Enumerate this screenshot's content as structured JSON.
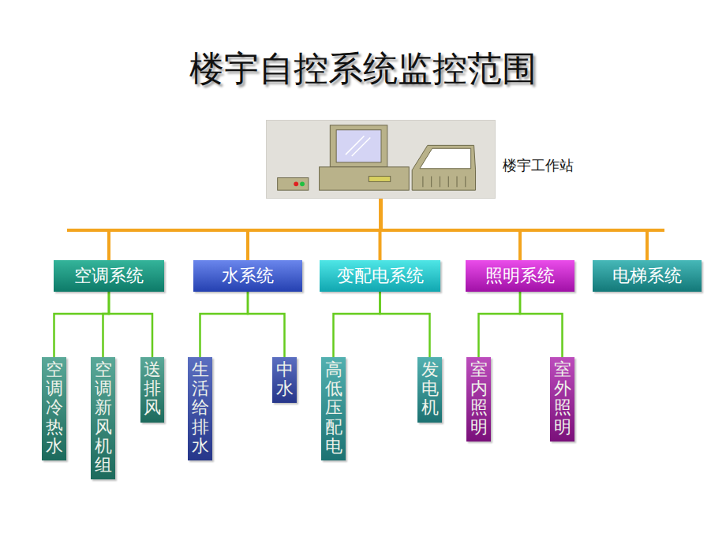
{
  "diagram": {
    "title": "楼宇自控系统监控范围",
    "nodes": [
      {
        "text": [
          "楼宇工作站"
        ]
      },
      {
        "text": [
          "空调系统"
        ]
      },
      {
        "text": [
          "水系统"
        ]
      },
      {
        "text": [
          "变配电系统"
        ]
      },
      {
        "text": [
          "照明系统"
        ]
      },
      {
        "text": [
          "电梯系统"
        ]
      },
      {
        "text": [
          "空调冷热水"
        ]
      },
      {
        "text": [
          "空调新风机组"
        ]
      },
      {
        "text": [
          "送排风"
        ]
      },
      {
        "text": [
          "生活给排水"
        ]
      },
      {
        "text": [
          "中水"
        ]
      },
      {
        "text": [
          "高低压配电"
        ]
      },
      {
        "text": [
          "发电机"
        ]
      },
      {
        "text": [
          "室内照明"
        ]
      },
      {
        "text": [
          "室外照明"
        ]
      }
    ],
    "edges": [
      {
        "from": 0,
        "to": 1,
        "arrow": "none"
      },
      {
        "from": 0,
        "to": 2,
        "arrow": "none"
      },
      {
        "from": 0,
        "to": 3,
        "arrow": "none"
      },
      {
        "from": 0,
        "to": 4,
        "arrow": "none"
      },
      {
        "from": 0,
        "to": 5,
        "arrow": "none"
      },
      {
        "from": 1,
        "to": 6,
        "arrow": "none"
      },
      {
        "from": 1,
        "to": 7,
        "arrow": "none"
      },
      {
        "from": 1,
        "to": 8,
        "arrow": "none"
      },
      {
        "from": 2,
        "to": 9,
        "arrow": "none"
      },
      {
        "from": 2,
        "to": 10,
        "arrow": "none"
      },
      {
        "from": 3,
        "to": 11,
        "arrow": "none"
      },
      {
        "from": 3,
        "to": 12,
        "arrow": "none"
      },
      {
        "from": 4,
        "to": 13,
        "arrow": "none"
      },
      {
        "from": 4,
        "to": 14,
        "arrow": "none"
      }
    ]
  }
}
